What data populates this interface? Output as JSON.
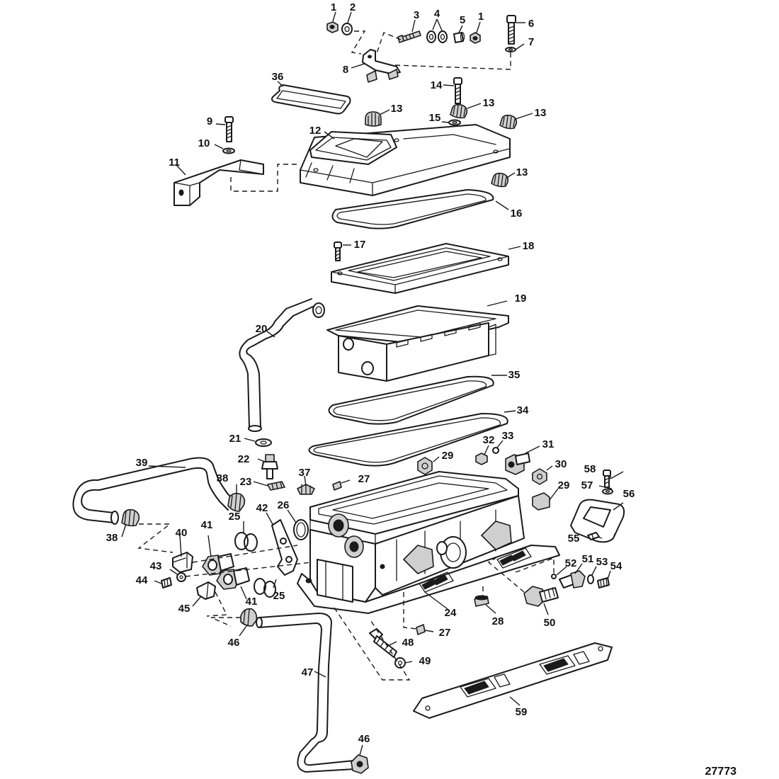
{
  "figure_number": "27773",
  "callouts": [
    {
      "id": "c1a",
      "label": "1"
    },
    {
      "id": "c2",
      "label": "2"
    },
    {
      "id": "c3",
      "label": "3"
    },
    {
      "id": "c4",
      "label": "4"
    },
    {
      "id": "c5",
      "label": "5"
    },
    {
      "id": "c1b",
      "label": "1"
    },
    {
      "id": "c6",
      "label": "6"
    },
    {
      "id": "c7",
      "label": "7"
    },
    {
      "id": "c8",
      "label": "8"
    },
    {
      "id": "c36",
      "label": "36"
    },
    {
      "id": "c14",
      "label": "14"
    },
    {
      "id": "c13a",
      "label": "13"
    },
    {
      "id": "c13b",
      "label": "13"
    },
    {
      "id": "c13c",
      "label": "13"
    },
    {
      "id": "c15",
      "label": "15"
    },
    {
      "id": "c9",
      "label": "9"
    },
    {
      "id": "c12",
      "label": "12"
    },
    {
      "id": "c10",
      "label": "10"
    },
    {
      "id": "c11",
      "label": "11"
    },
    {
      "id": "c13d",
      "label": "13"
    },
    {
      "id": "c16",
      "label": "16"
    },
    {
      "id": "c17",
      "label": "17"
    },
    {
      "id": "c18",
      "label": "18"
    },
    {
      "id": "c19",
      "label": "19"
    },
    {
      "id": "c20",
      "label": "20"
    },
    {
      "id": "c35",
      "label": "35"
    },
    {
      "id": "c34",
      "label": "34"
    },
    {
      "id": "c21",
      "label": "21"
    },
    {
      "id": "c32",
      "label": "32"
    },
    {
      "id": "c33",
      "label": "33"
    },
    {
      "id": "c31",
      "label": "31"
    },
    {
      "id": "c29a",
      "label": "29"
    },
    {
      "id": "c22",
      "label": "22"
    },
    {
      "id": "c30",
      "label": "30"
    },
    {
      "id": "c39",
      "label": "39"
    },
    {
      "id": "c37",
      "label": "37"
    },
    {
      "id": "c27a",
      "label": "27"
    },
    {
      "id": "c58",
      "label": "58"
    },
    {
      "id": "c38a",
      "label": "38"
    },
    {
      "id": "c23",
      "label": "23"
    },
    {
      "id": "c29b",
      "label": "29"
    },
    {
      "id": "c57",
      "label": "57"
    },
    {
      "id": "c56",
      "label": "56"
    },
    {
      "id": "c25a",
      "label": "25"
    },
    {
      "id": "c42",
      "label": "42"
    },
    {
      "id": "c26",
      "label": "26"
    },
    {
      "id": "c38b",
      "label": "38"
    },
    {
      "id": "c40",
      "label": "40"
    },
    {
      "id": "c41a",
      "label": "41"
    },
    {
      "id": "c55",
      "label": "55"
    },
    {
      "id": "c52",
      "label": "52"
    },
    {
      "id": "c51",
      "label": "51"
    },
    {
      "id": "c53",
      "label": "53"
    },
    {
      "id": "c54",
      "label": "54"
    },
    {
      "id": "c43",
      "label": "43"
    },
    {
      "id": "c44",
      "label": "44"
    },
    {
      "id": "c25b",
      "label": "25"
    },
    {
      "id": "c41b",
      "label": "41"
    },
    {
      "id": "c45",
      "label": "45"
    },
    {
      "id": "c24",
      "label": "24"
    },
    {
      "id": "c28",
      "label": "28"
    },
    {
      "id": "c50",
      "label": "50"
    },
    {
      "id": "c27b",
      "label": "27"
    },
    {
      "id": "c46a",
      "label": "46"
    },
    {
      "id": "c48",
      "label": "48"
    },
    {
      "id": "c49",
      "label": "49"
    },
    {
      "id": "c47",
      "label": "47"
    },
    {
      "id": "c59",
      "label": "59"
    },
    {
      "id": "c46b",
      "label": "46"
    }
  ]
}
